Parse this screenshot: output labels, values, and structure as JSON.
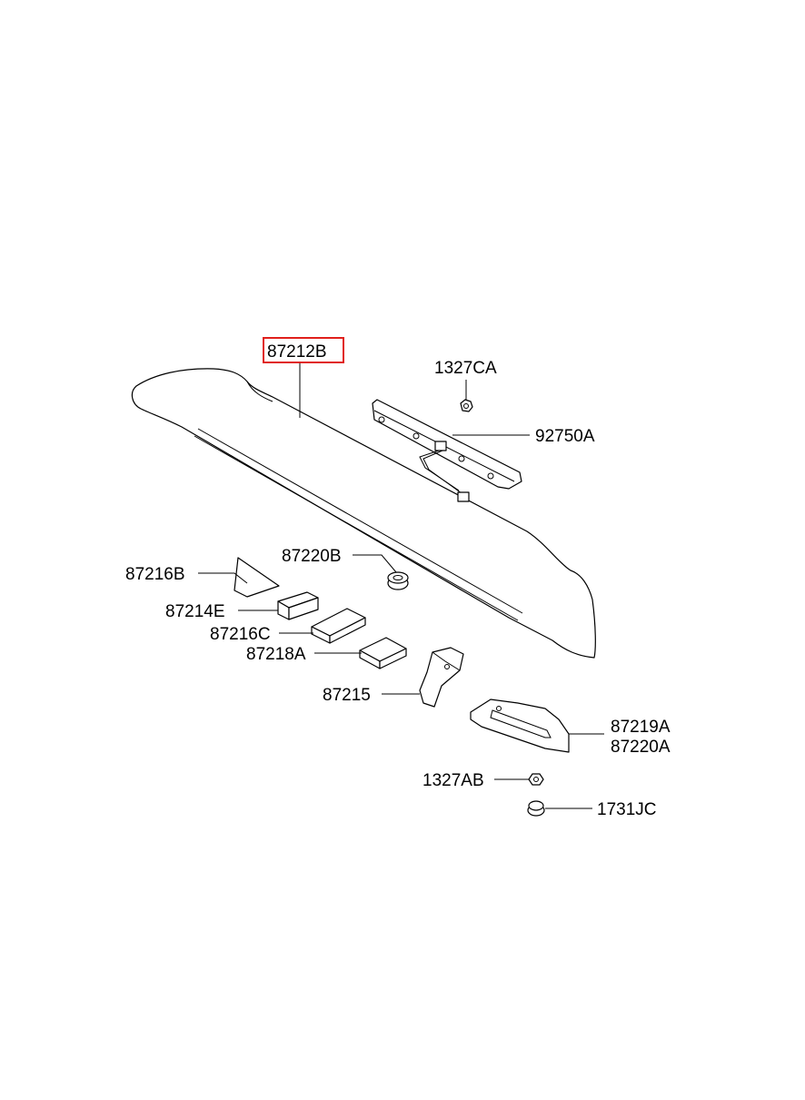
{
  "diagram": {
    "highlight_color": "#e0201c",
    "parts": [
      {
        "id": "87212B",
        "label": "87212B",
        "highlighted": true
      },
      {
        "id": "1327CA",
        "label": "1327CA"
      },
      {
        "id": "92750A",
        "label": "92750A"
      },
      {
        "id": "87220B",
        "label": "87220B"
      },
      {
        "id": "87216B",
        "label": "87216B"
      },
      {
        "id": "87214E",
        "label": "87214E"
      },
      {
        "id": "87216C",
        "label": "87216C"
      },
      {
        "id": "87218A",
        "label": "87218A"
      },
      {
        "id": "87215",
        "label": "87215"
      },
      {
        "id": "87219A",
        "label": "87219A"
      },
      {
        "id": "87220A",
        "label": "87220A"
      },
      {
        "id": "1327AB",
        "label": "1327AB"
      },
      {
        "id": "1731JC",
        "label": "1731JC"
      }
    ]
  }
}
